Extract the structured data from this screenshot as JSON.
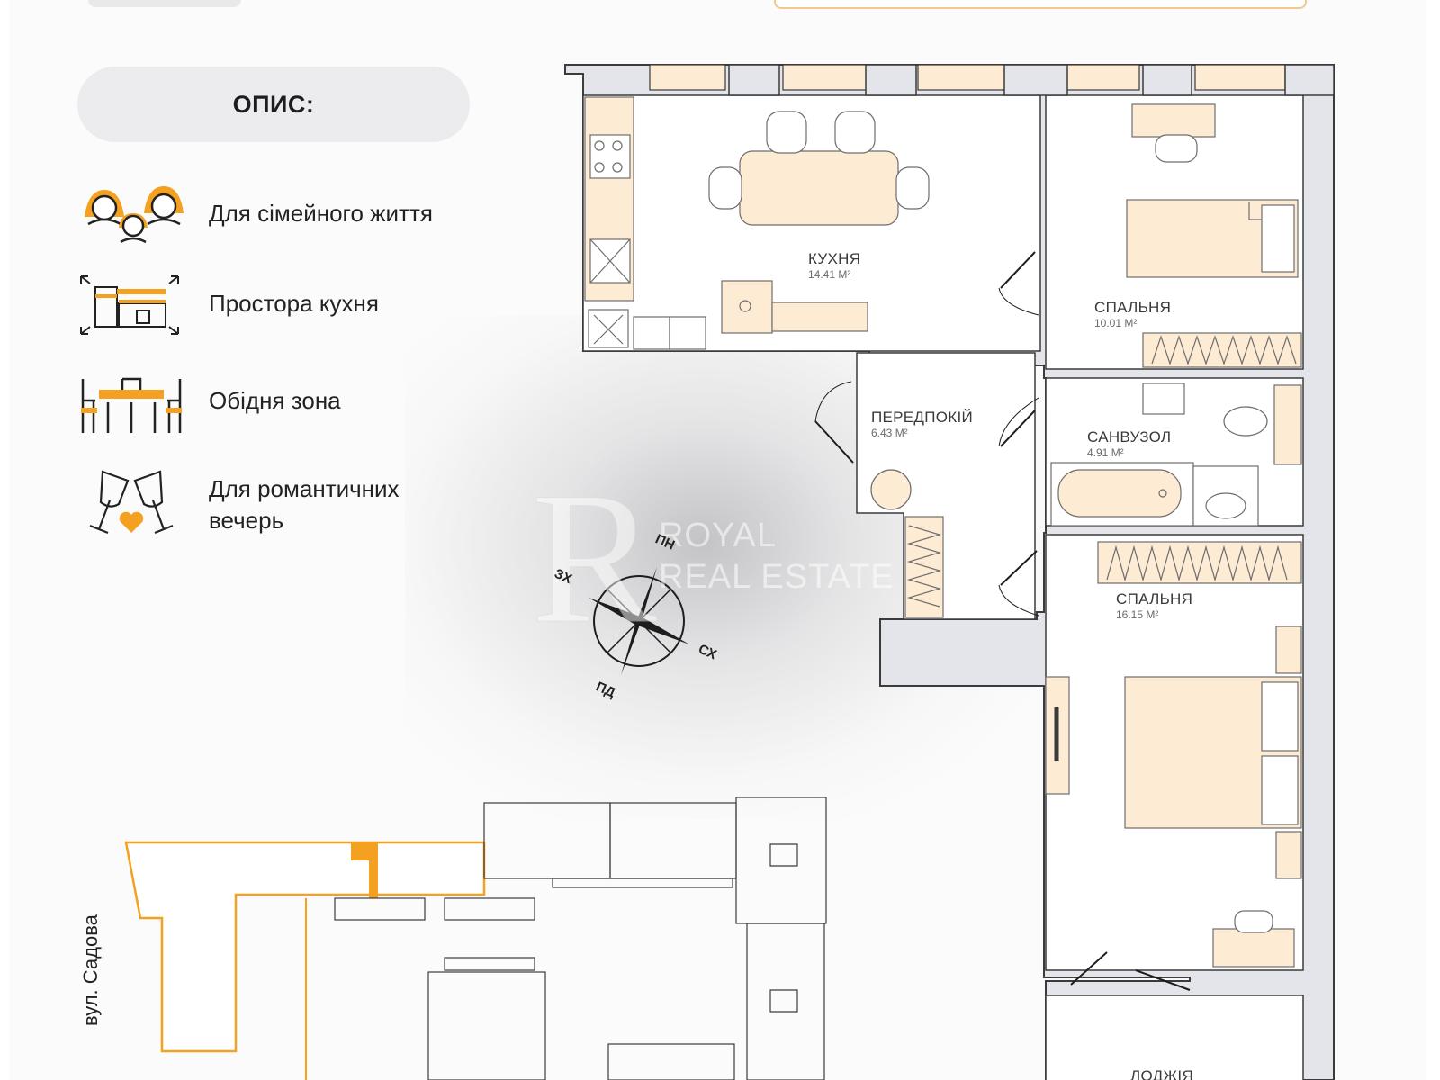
{
  "description_panel": {
    "title": "ОПИС:",
    "features": [
      {
        "icon": "family-icon",
        "label": "Для сімейного життя"
      },
      {
        "icon": "spacious-kitchen-icon",
        "label": "Простора кухня"
      },
      {
        "icon": "dining-table-icon",
        "label": "Обідня зона"
      },
      {
        "icon": "wine-glasses-heart-icon",
        "label": "Для романтичних вечерь"
      }
    ]
  },
  "floor_plan": {
    "rooms": [
      {
        "name": "КУХНЯ",
        "area": "14.41 М²"
      },
      {
        "name": "СПАЛЬНЯ",
        "area": "10.01 М²"
      },
      {
        "name": "ПЕРЕДПОКІЙ",
        "area": "6.43 М²"
      },
      {
        "name": "САНВУЗОЛ",
        "area": "4.91 М²"
      },
      {
        "name": "СПАЛЬНЯ",
        "area": "16.15 М²"
      },
      {
        "name": "ЛОДЖІЯ",
        "area": ""
      }
    ]
  },
  "compass": {
    "north": "ПН",
    "west": "ЗХ",
    "east": "СХ",
    "south": "ПД"
  },
  "watermark": {
    "line1": "ROYAL",
    "line2": "REAL ESTATE"
  },
  "site_plan": {
    "street": "вул. Садова"
  },
  "colors": {
    "accent": "#f4a020",
    "furniture": "#fdebd3",
    "wall": "#e4e5ea",
    "wall_outline": "#3b3b3b"
  }
}
